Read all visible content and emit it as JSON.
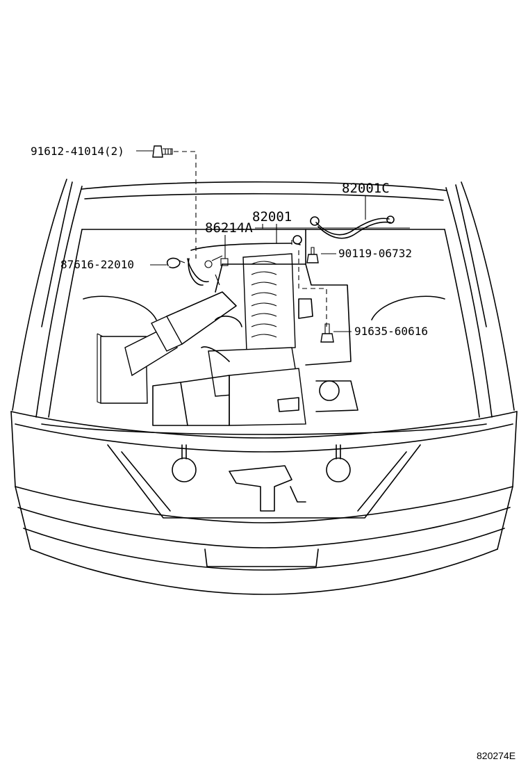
{
  "diagram": {
    "figure_id": "820274E",
    "parts": [
      {
        "id": "p1",
        "number": "91612-41014(2)"
      },
      {
        "id": "p2",
        "number": "82001C"
      },
      {
        "id": "p3",
        "number": "82001"
      },
      {
        "id": "p4",
        "number": "86214A"
      },
      {
        "id": "p5",
        "number": "90119-06732"
      },
      {
        "id": "p6",
        "number": "87616-22010"
      },
      {
        "id": "p7",
        "number": "91635-60616"
      }
    ]
  }
}
